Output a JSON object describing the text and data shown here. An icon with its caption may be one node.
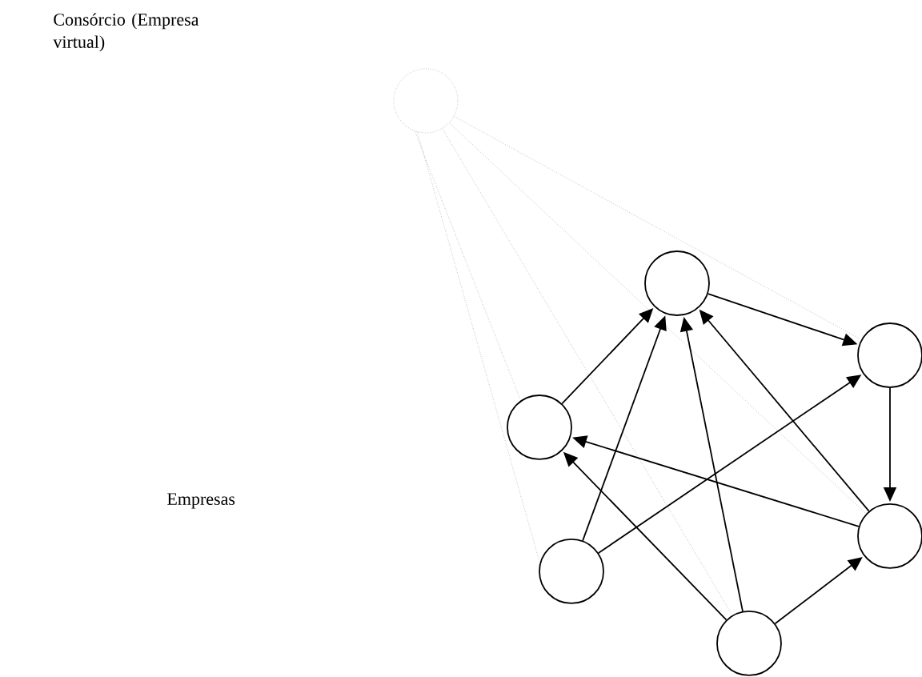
{
  "diagram": {
    "nodes": [
      {
        "text": [],
        "shape": "circle"
      },
      {
        "text": [],
        "shape": "circle"
      },
      {
        "text": [],
        "shape": "circle"
      },
      {
        "text": [],
        "shape": "circle"
      },
      {
        "text": [],
        "shape": "circle"
      },
      {
        "text": [],
        "shape": "circle"
      },
      {
        "text": [],
        "shape": "circle"
      }
    ],
    "edges": [
      {
        "from": 0,
        "to": 2,
        "arrow": "none",
        "style": "dashed",
        "color": "#a0a0a0"
      },
      {
        "from": 0,
        "to": 3,
        "arrow": "none",
        "style": "dashed",
        "color": "#a0a0a0"
      },
      {
        "from": 0,
        "to": 4,
        "arrow": "none",
        "style": "dashed",
        "color": "#a0a0a0"
      },
      {
        "from": 0,
        "to": 5,
        "arrow": "none",
        "style": "dashed",
        "color": "#a0a0a0"
      },
      {
        "from": 0,
        "to": 6,
        "arrow": "none",
        "style": "dashed",
        "color": "#a0a0a0"
      },
      {
        "from": 1,
        "to": 2,
        "arrow": "to"
      },
      {
        "from": 2,
        "to": 4,
        "arrow": "to"
      },
      {
        "from": 3,
        "to": 1,
        "arrow": "to"
      },
      {
        "from": 5,
        "to": 1,
        "arrow": "to"
      },
      {
        "from": 6,
        "to": 1,
        "arrow": "to"
      },
      {
        "from": 4,
        "to": 1,
        "arrow": "to"
      },
      {
        "from": 4,
        "to": 3,
        "arrow": "to"
      },
      {
        "from": 5,
        "to": 2,
        "arrow": "to"
      },
      {
        "from": 6,
        "to": 3,
        "arrow": "to"
      },
      {
        "from": 6,
        "to": 4,
        "arrow": "to"
      }
    ],
    "labels": [
      "Consórcio (Empresa virtual)",
      "Empresas"
    ]
  }
}
